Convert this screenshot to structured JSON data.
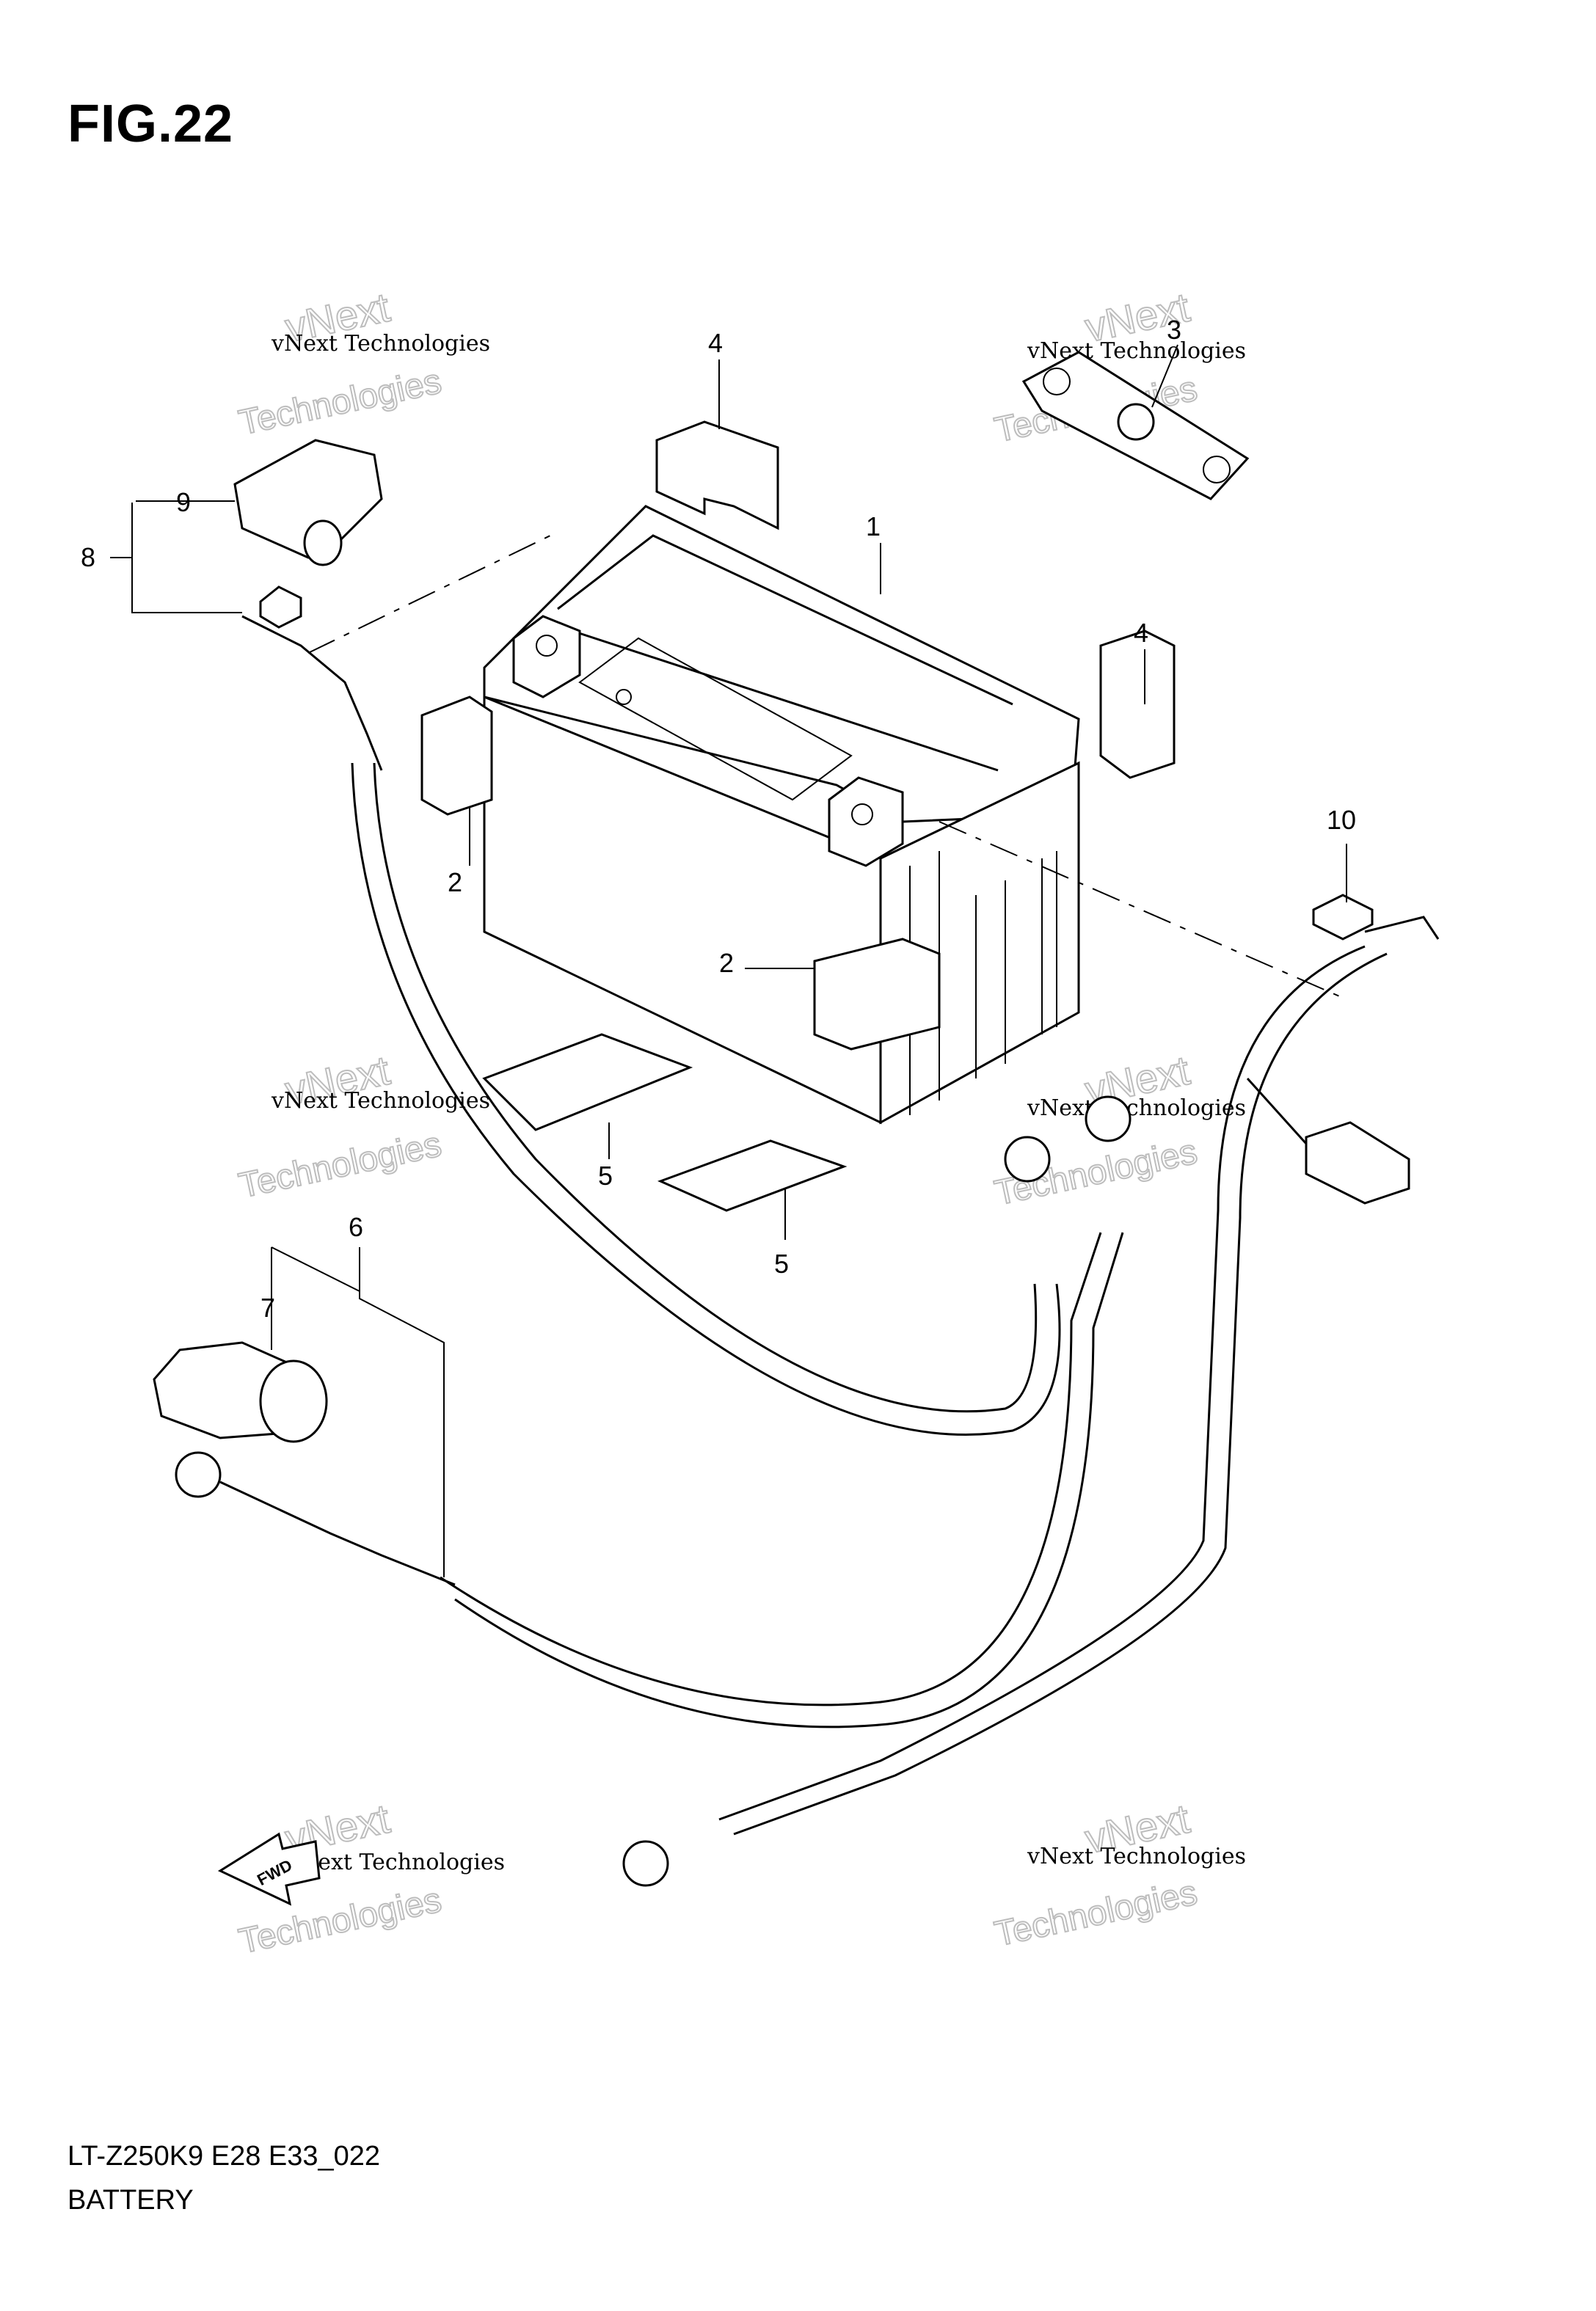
{
  "figure": {
    "title": "FIG.22",
    "model_code": "LT-Z250K9 E28 E33_022",
    "name": "BATTERY"
  },
  "callouts": {
    "c1": "1",
    "c2a": "2",
    "c2b": "2",
    "c3": "3",
    "c4a": "4",
    "c4b": "4",
    "c5a": "5",
    "c5b": "5",
    "c6": "6",
    "c7": "7",
    "c8": "8",
    "c9": "9",
    "c10": "10"
  },
  "direction_marker": {
    "label": "FWD"
  },
  "watermark": {
    "line1": "vNext Technologies",
    "line2": "vNext",
    "line3": "Technologies"
  }
}
